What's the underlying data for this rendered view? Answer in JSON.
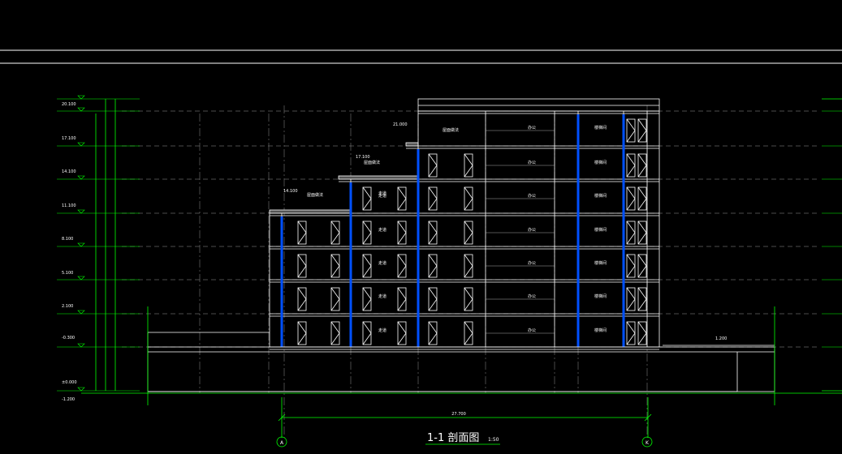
{
  "drawing": {
    "title": "1-1 剖面图",
    "scale": "1:50",
    "axis_left": "A",
    "axis_right": "K",
    "overall_dim": "27.700"
  },
  "left_levels": [
    "20.100",
    "17.100",
    "14.100",
    "11.100",
    "8.100",
    "5.100",
    "2.100",
    "-0.300",
    "±0.000",
    "-1.200"
  ],
  "roof_levels": [
    "21.000",
    "17.100",
    "14.100",
    "1.200"
  ],
  "roof_labels": [
    "屋面做法",
    "屋面做法",
    "屋面做法"
  ],
  "room_labels": {
    "office": "办公",
    "corridor": "走道",
    "stair": "楼梯间"
  },
  "colors": {
    "background": "#000000",
    "line": "#ffffff",
    "dimension": "#00ff00",
    "window_blue": "#0050ff",
    "hidden": "#888888"
  }
}
